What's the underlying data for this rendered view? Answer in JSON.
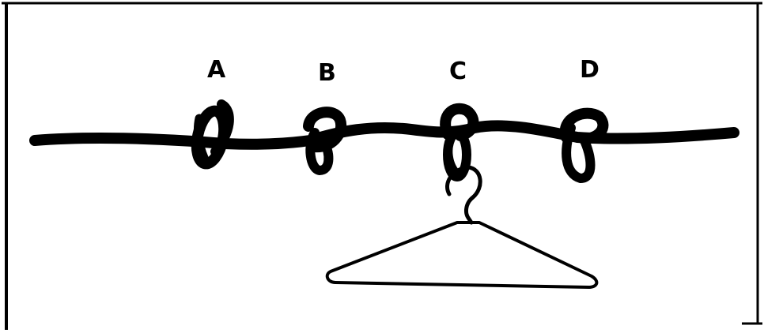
{
  "labels": {
    "a": "A",
    "b": "B",
    "c": "C",
    "d": "D"
  },
  "colors": {
    "ink": "#000000",
    "background": "#ffffff"
  }
}
